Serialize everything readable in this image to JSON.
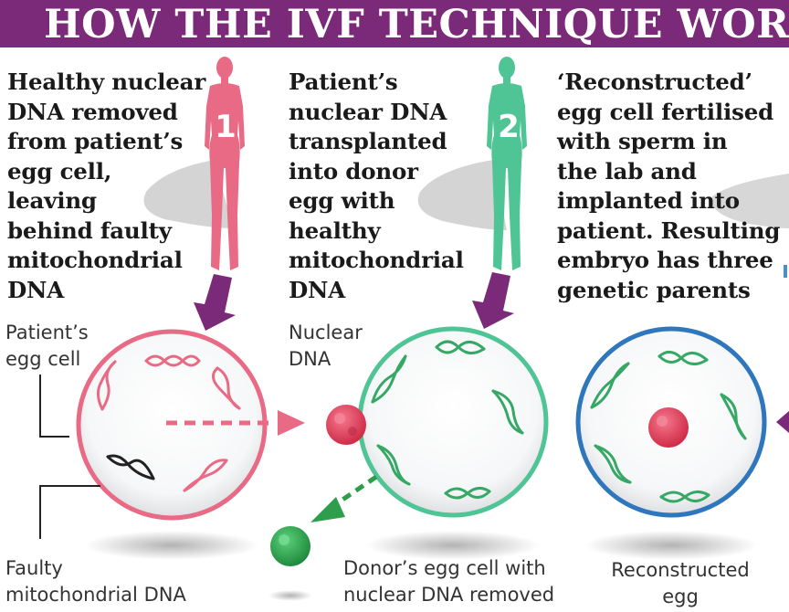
{
  "header": {
    "title": "HOW THE IVF TECHNIQUE WORKS"
  },
  "steps": [
    {
      "number": "1",
      "color": "#e96a85",
      "lines": [
        "Healthy nuclear",
        "DNA removed",
        "from patient’s",
        "egg cell,",
        "leaving",
        "behind faulty",
        "mitochondrial",
        "DNA"
      ]
    },
    {
      "number": "2",
      "color": "#4fc494",
      "lines": [
        "Patient’s",
        "nuclear DNA",
        "transplanted",
        "into donor",
        "egg with",
        "healthy",
        "mitochondrial",
        "DNA"
      ]
    },
    {
      "number": "",
      "color": "#4a90c8",
      "lines": [
        "‘Reconstructed’",
        "egg cell fertilised",
        "with sperm in",
        "the lab and",
        "implanted into",
        "patient. Resulting",
        "embryo has three",
        "genetic parents"
      ]
    }
  ],
  "labels": {
    "patients_egg_cell": [
      "Patient’s",
      "egg cell"
    ],
    "nuclear_dna": [
      "Nuclear",
      "DNA"
    ],
    "faulty_mitochondrial": [
      "Faulty",
      "mitochondrial DNA"
    ],
    "donor_egg": [
      "Donor’s egg cell with",
      "nuclear DNA removed"
    ],
    "reconstructed_egg": [
      "Reconstructed",
      "egg"
    ]
  },
  "colors": {
    "header_bg": "#7a2a78",
    "arrow_purple": "#7a2a78",
    "patient_pink": "#e96a85",
    "donor_green": "#4fc494",
    "reconstructed_blue": "#2f77bd",
    "nucleus_red": "#e0405a",
    "removed_nucleus_green": "#2e9e4c"
  }
}
